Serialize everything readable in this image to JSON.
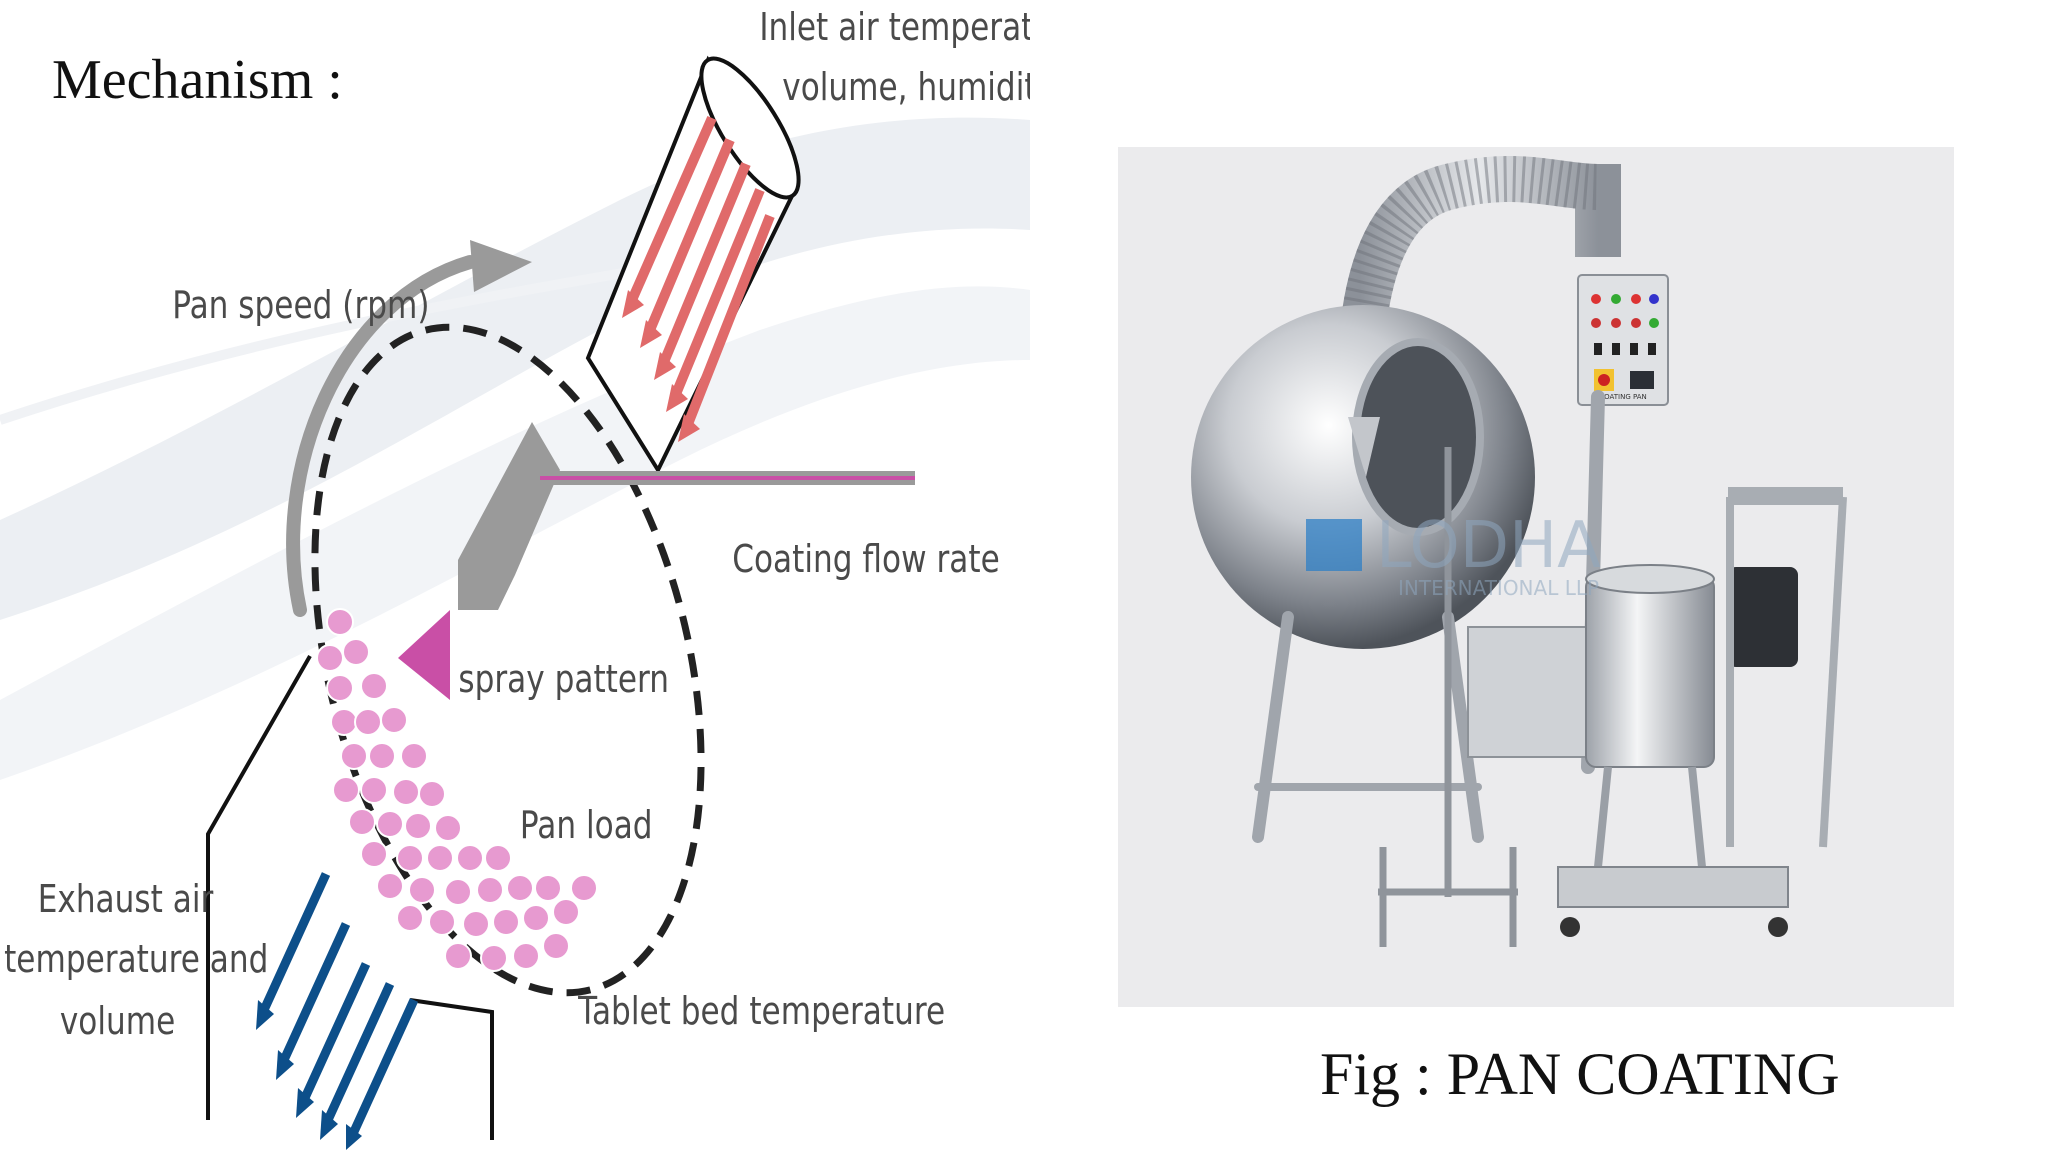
{
  "slide": {
    "title": "Mechanism :",
    "caption": "Fig : PAN COATING"
  },
  "diagram": {
    "labels": {
      "inlet_air_line1": "Inlet air temperature,",
      "inlet_air_line2": "volume, humidity",
      "pan_speed": "Pan speed (rpm)",
      "coating_flow_rate": "Coating flow rate",
      "spray_pattern": "spray pattern",
      "pan_load": "Pan load",
      "exhaust_air_line1": "Exhaust air",
      "exhaust_air_line2": "temperature and",
      "exhaust_air_line3": "volume",
      "tablet_bed_temperature": "Tablet bed temperature"
    },
    "colors": {
      "inlet_arrows": "#e06a6a",
      "exhaust_arrows": "#0d4f8a",
      "tablets": "#e79ad0",
      "spray": "#c94fa6",
      "pan_outline": "#222222",
      "gray_parts": "#9a9a9a"
    }
  },
  "photo": {
    "subject": "Stainless steel coating pan machine",
    "watermark_line1": "LODHA",
    "watermark_line2": "INTERNATIONAL LLP",
    "panel_label": "COATING PAN"
  }
}
